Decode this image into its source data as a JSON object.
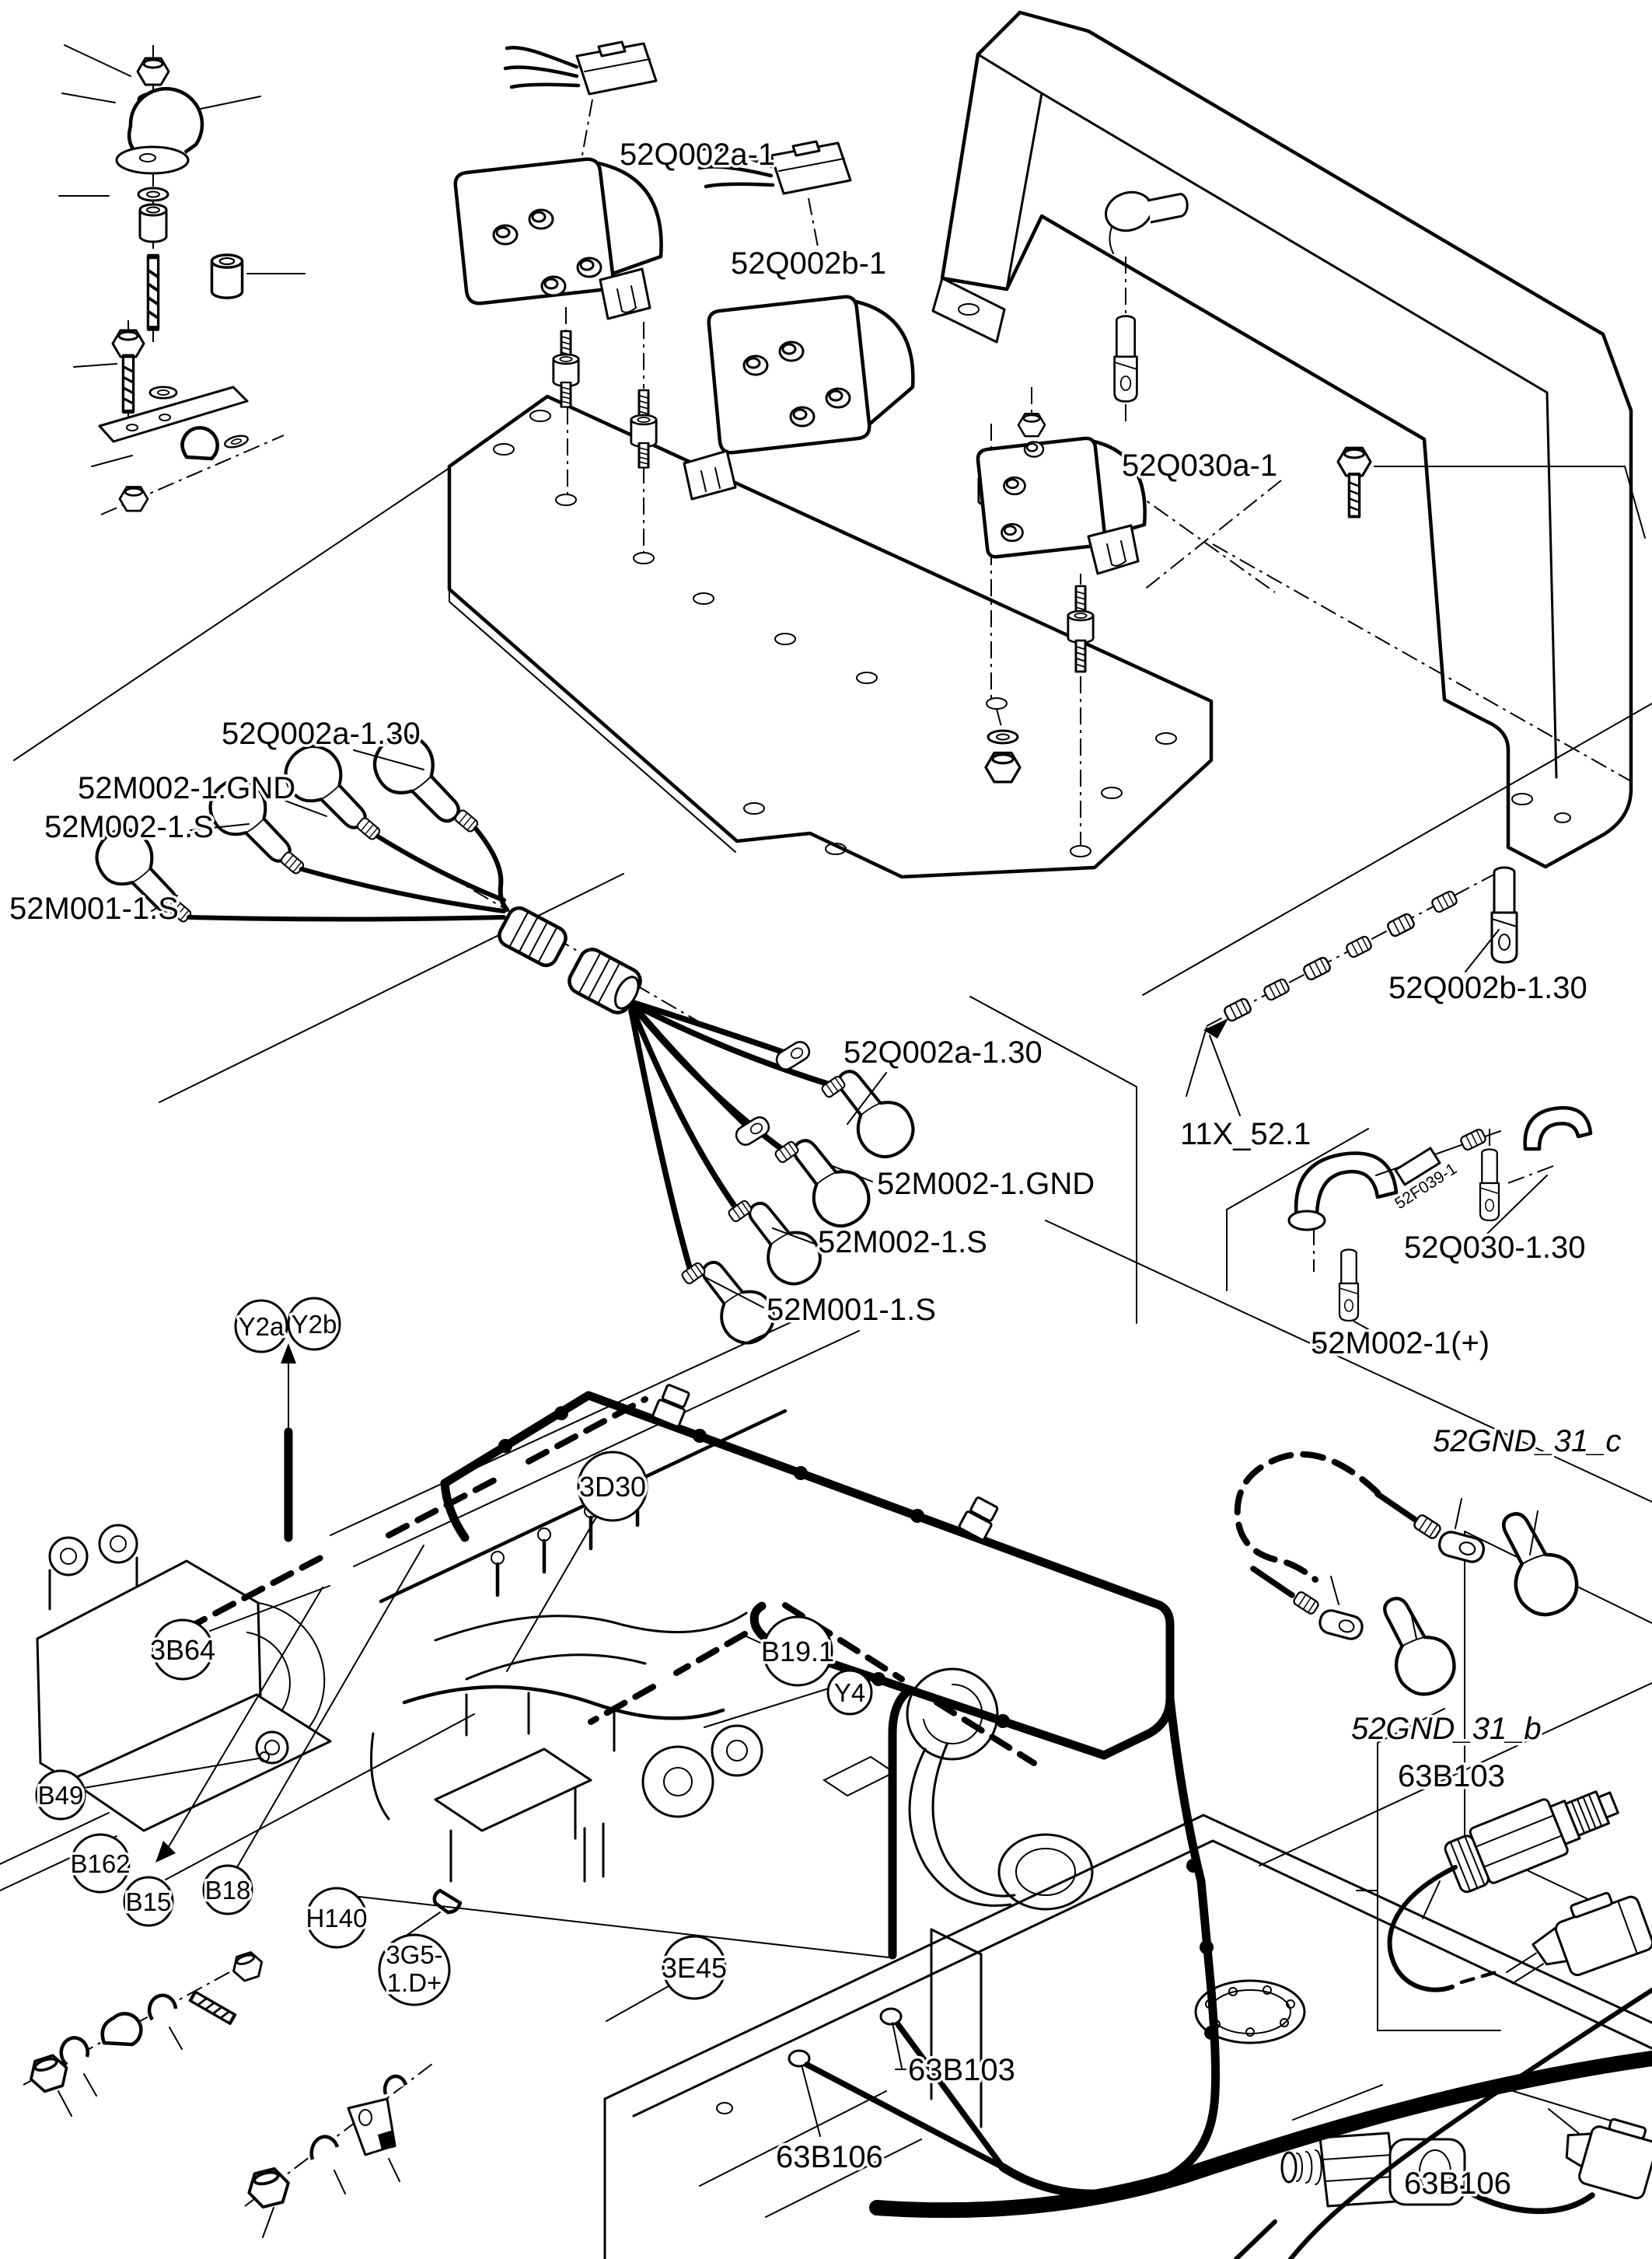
{
  "page": {
    "background": "#ffffff",
    "ink": "#000000",
    "kind": "exploded parts / wiring diagram"
  },
  "part_labels": {
    "q002a_1": "52Q002a-1",
    "q002b_1": "52Q002b-1",
    "q030a_1": "52Q030a-1",
    "q002a_130_left": "52Q002a-1.30",
    "m002_gnd_left": "52M002-1.GND",
    "m002_s_left": "52M002-1.S",
    "m001_s_left": "52M001-1.S",
    "q002a_130_mid": "52Q002a-1.30",
    "m002_gnd_mid": "52M002-1.GND",
    "m002_s_mid": "52M002-1.S",
    "m001_s_mid": "52M001-1.S",
    "q002b_130": "52Q002b-1.30",
    "x11_52_1": "11X_52.1",
    "f039_tag": "52F039-1",
    "q030_130": "52Q030-1.30",
    "m002_plus": "52M002-1(+)",
    "gnd_31_c": "52GND_31_c",
    "gnd_31_b": "52GND_31_b",
    "b103_right": "63B103",
    "b106_right": "63B106",
    "b103_mid": "63B103",
    "b106_mid": "63B106"
  },
  "callouts": {
    "y2a": "Y2a",
    "y2b": "Y2b",
    "d3d30": "3D30",
    "b3b64": "3B64",
    "b19_1": "B19.1",
    "y4": "Y4",
    "b49": "B49",
    "b162": "B162",
    "b15": "B15",
    "b18": "B18",
    "h140": "H140",
    "g3g5_line1": "3G5-",
    "g3g5_line2": "1.D+",
    "e3e45": "3E45"
  }
}
